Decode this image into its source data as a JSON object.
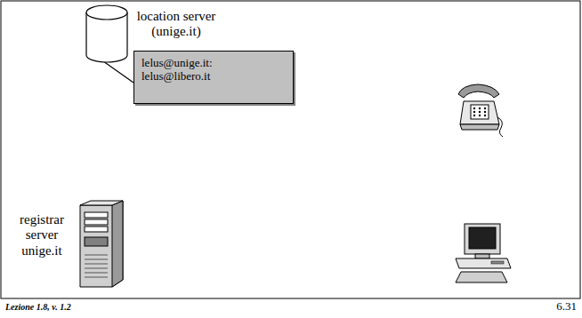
{
  "diagram": {
    "nodes": [
      {
        "text": [
          "location server (unige.it)"
        ]
      },
      {
        "text": [
          "lelus@unige.it: lelus@libero.it"
        ]
      },
      {
        "text": [
          "registrar server unige.it"
        ]
      }
    ],
    "edges": [
      {
        "from": 0,
        "to": 1,
        "arrow": "none"
      }
    ],
    "labels": [
      "Lezione 1.8, v. 1.2",
      "6.31"
    ]
  }
}
